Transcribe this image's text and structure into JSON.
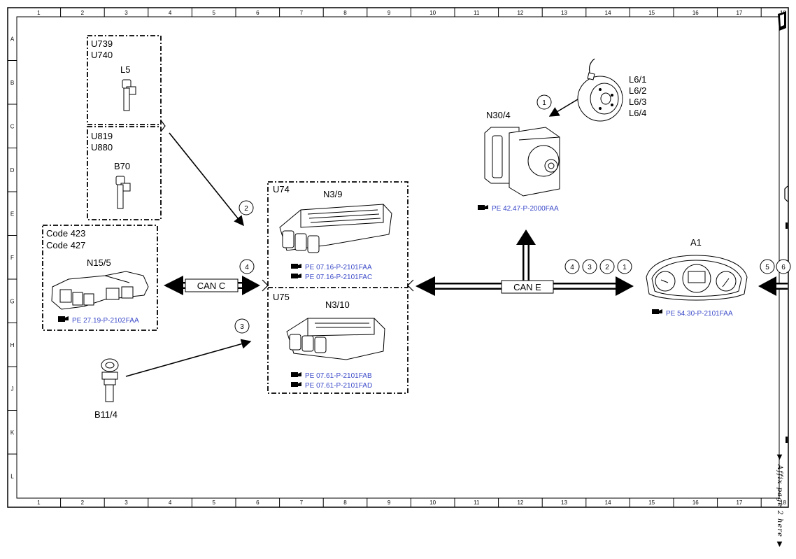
{
  "ruler": {
    "columns": [
      "1",
      "2",
      "3",
      "4",
      "5",
      "6",
      "7",
      "8",
      "9",
      "10",
      "11",
      "12",
      "13",
      "14",
      "15",
      "16",
      "17",
      "18"
    ],
    "rows": [
      "A",
      "B",
      "C",
      "D",
      "E",
      "F",
      "G",
      "H",
      "J",
      "K",
      "L"
    ]
  },
  "groups": {
    "u739": {
      "line1": "U739",
      "line2": "U740",
      "component": "L5"
    },
    "u819": {
      "line1": "U819",
      "line2": "U880",
      "component": "B70"
    },
    "code": {
      "line1": "Code 423",
      "line2": "Code 427",
      "component": "N15/5",
      "pe": "PE 27.19-P-2102FAA"
    },
    "u74": {
      "label": "U74",
      "component": "N3/9",
      "pe1": "PE 07.16-P-2101FAA",
      "pe2": "PE 07.16-P-2101FAC"
    },
    "u75": {
      "label": "U75",
      "component": "N3/10",
      "pe1": "PE 07.61-P-2101FAB",
      "pe2": "PE 07.61-P-2101FAD"
    }
  },
  "components": {
    "b11_4": "B11/4",
    "n30_4": {
      "label": "N30/4",
      "pe": "PE 42.47-P-2000FAA"
    },
    "l6": [
      "L6/1",
      "L6/2",
      "L6/3",
      "L6/4"
    ],
    "a1": {
      "label": "A1",
      "pe": "PE 54.30-P-2101FAA"
    }
  },
  "buses": {
    "can_c": "CAN C",
    "can_e": "CAN E"
  },
  "markers": {
    "m1_top": "1",
    "m2_left": "2",
    "m4_left": "4",
    "m3_left": "3",
    "cane": [
      "4",
      "3",
      "2",
      "1"
    ],
    "right": [
      "5",
      "6"
    ]
  },
  "affix_note": "▼ Affix page 2 here ▼"
}
